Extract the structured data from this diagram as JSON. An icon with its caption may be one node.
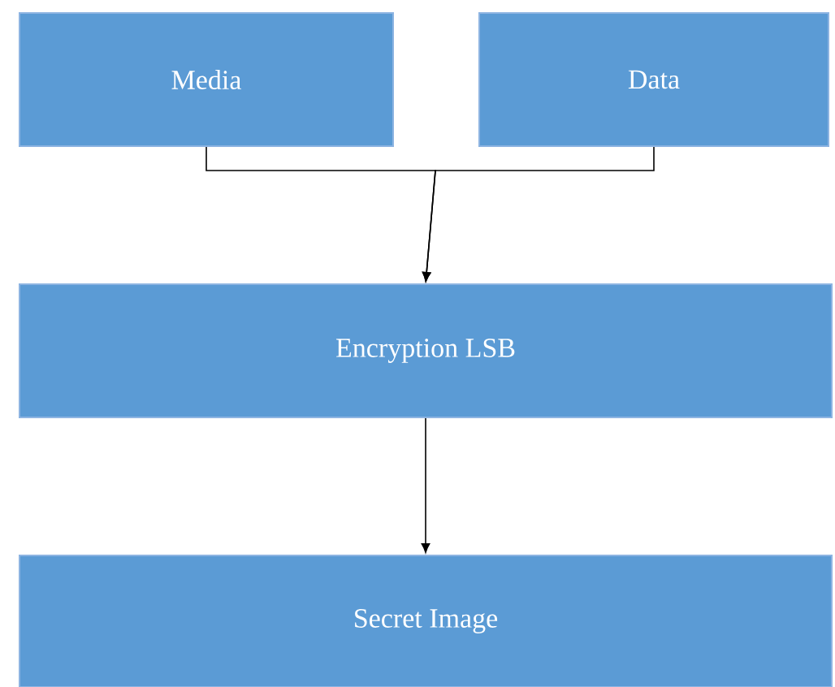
{
  "diagram": {
    "nodes": [
      {
        "text": [
          "Media"
        ]
      },
      {
        "text": [
          "Data"
        ]
      },
      {
        "text": [
          "Encryption LSB"
        ]
      },
      {
        "text": [
          "Secret Image"
        ]
      }
    ],
    "edges": [
      {
        "from": 0,
        "to": 2,
        "arrow": "to"
      },
      {
        "from": 1,
        "to": 2,
        "arrow": "to"
      },
      {
        "from": 2,
        "to": 3,
        "arrow": "to"
      }
    ]
  }
}
